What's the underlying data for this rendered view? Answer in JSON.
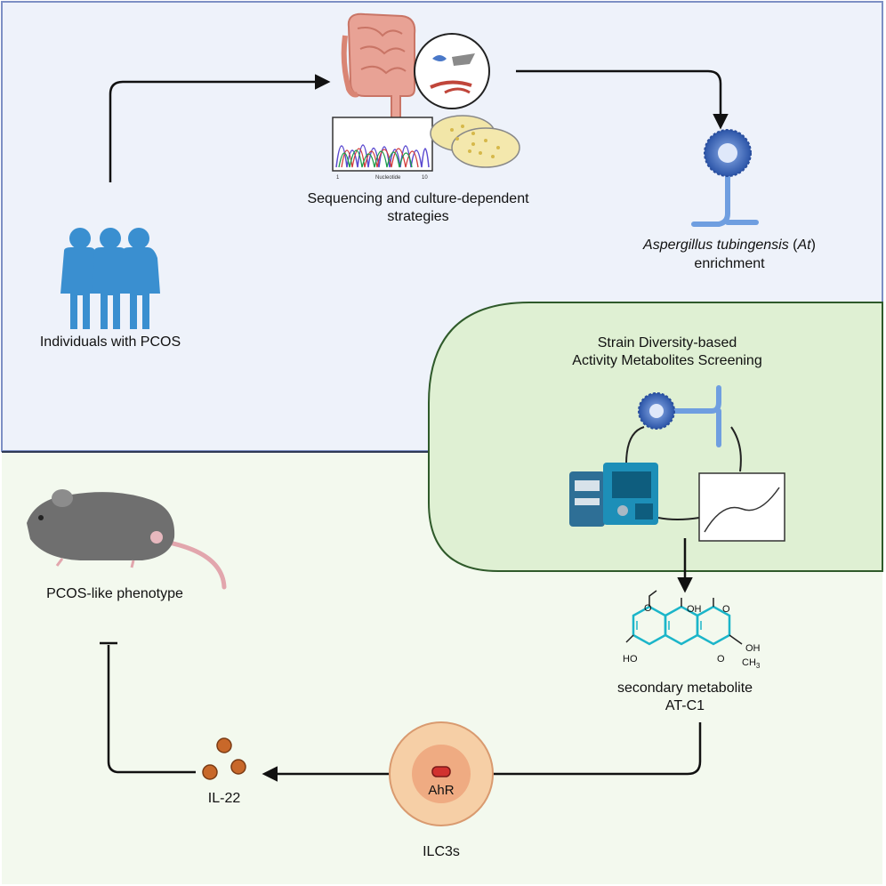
{
  "colors": {
    "top_panel_bg": "#eef2fa",
    "top_panel_border": "#7d8fc4",
    "bottom_panel_bg": "#f3f9ee",
    "screening_box_bg": "#dff0d3",
    "screening_box_border": "#2f5a2a",
    "arrow": "#111111",
    "person_blue": "#3a8fd0",
    "fungus_blue": "#4a78c8",
    "intestine_pink": "#e8a295",
    "mouse_grey": "#6f6f6f",
    "cell_outer": "#f6cfa6",
    "cell_inner": "#efab82",
    "il22_brown": "#c8682a",
    "molecule_cyan": "#1bb5c9"
  },
  "icons": [
    "people-icon",
    "intestine-icon",
    "microbe-circle-icon",
    "chromatogram-icon",
    "petri-dish-icon",
    "fungus-icon",
    "mass-spec-instrument-icon",
    "curve-plot-icon",
    "molecule-structure-icon",
    "mouse-icon",
    "ilc3-cell-icon",
    "il22-particles-icon"
  ],
  "labels": {
    "pcos_individuals": "Individuals with PCOS",
    "sequencing_line1": "Sequencing and culture-dependent",
    "sequencing_line2": "strategies",
    "species_italic": "Aspergillus tubingensis",
    "species_open": " (",
    "species_abbr": "At",
    "species_close": ")",
    "enrichment": "enrichment",
    "screening_line1": "Strain Diversity-based",
    "screening_line2": "Activity Metabolites Screening",
    "metabolite_line1": "secondary metabolite",
    "metabolite_line2": "AT-C1",
    "ahr": "AhR",
    "ilc3s": "ILC3s",
    "il22": "IL-22",
    "phenotype": "PCOS-like phenotype"
  },
  "molecule_text": {
    "methoxy_o": "O",
    "oh_top": "OH",
    "keto_o": "O",
    "oh_right": "OH",
    "ch3": "CH",
    "ch3_sub": "3",
    "ring_o": "O",
    "ho_left": "HO"
  },
  "chromatogram_text": {
    "axis_start": "1",
    "axis_label": "Nucleotide",
    "axis_end": "10"
  }
}
